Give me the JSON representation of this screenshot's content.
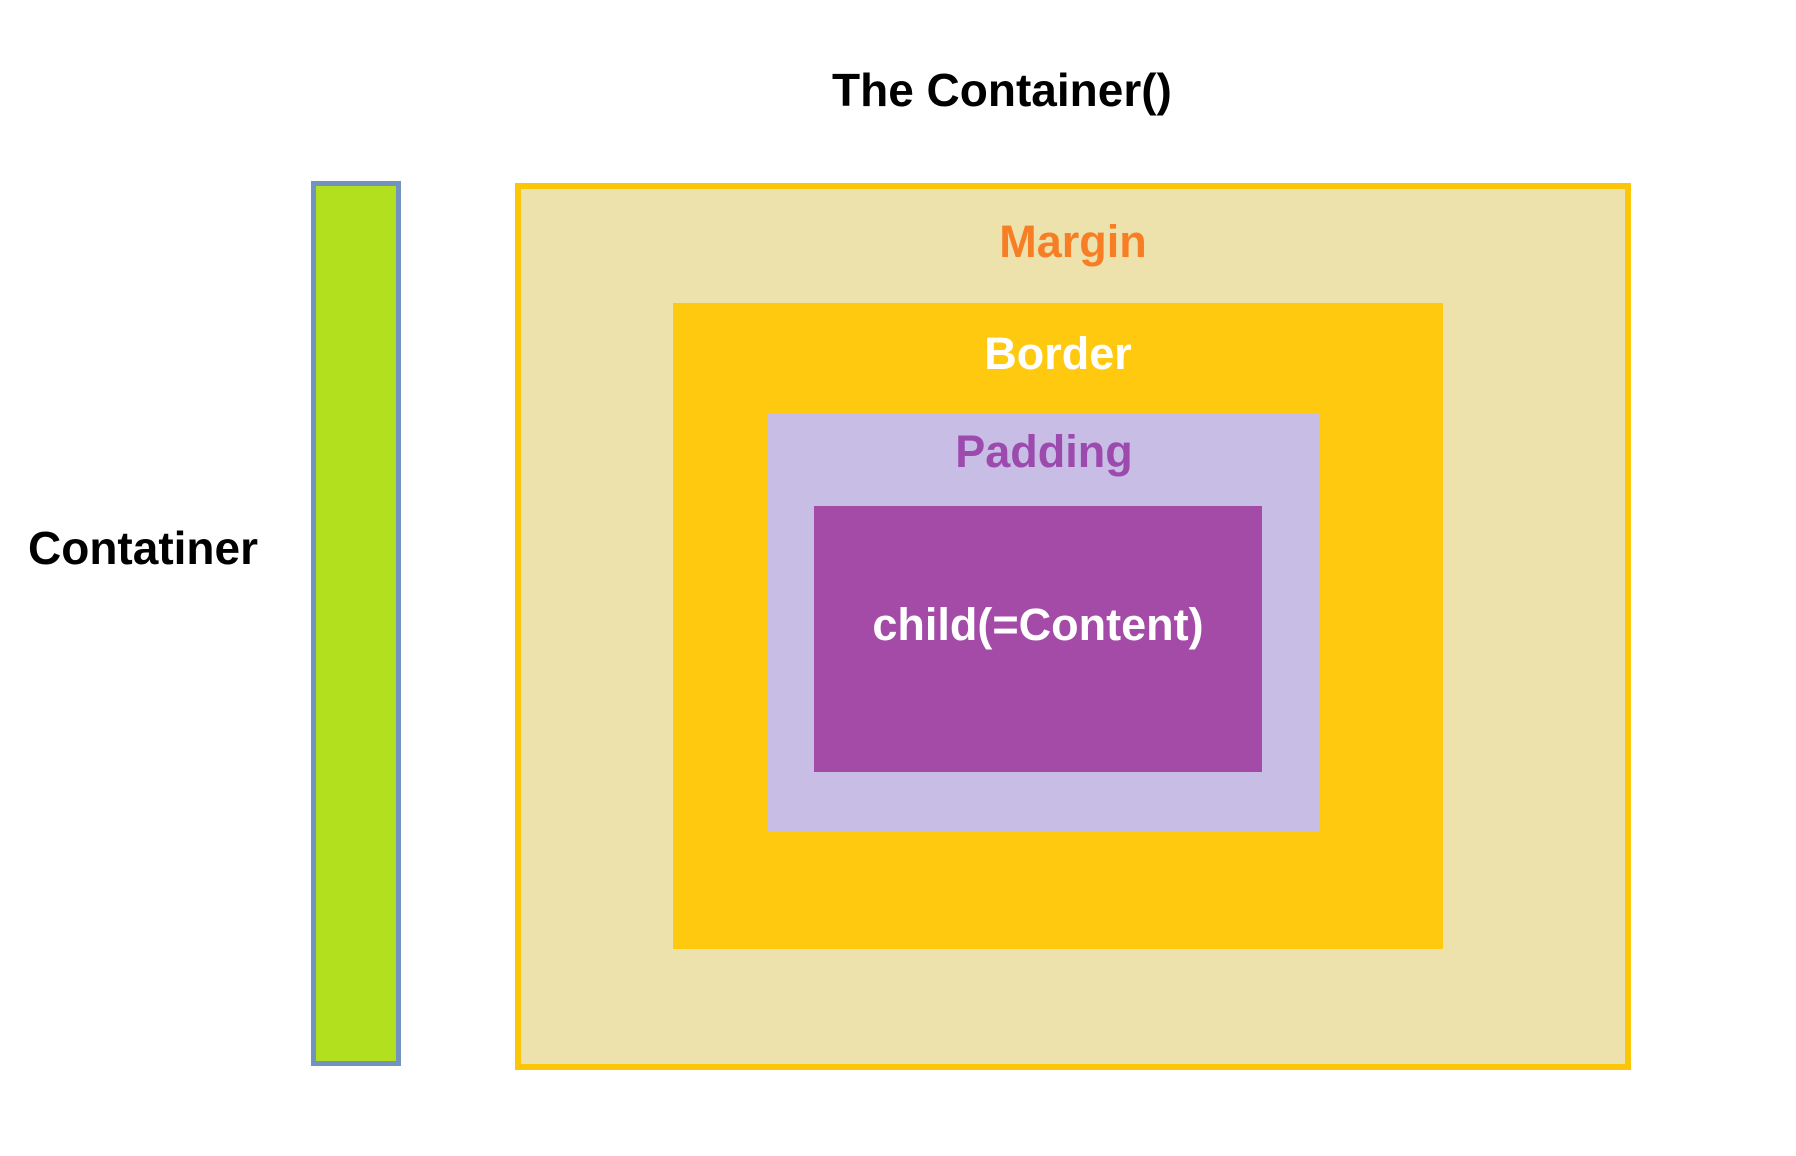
{
  "title": "The Container()",
  "side_label": "Contatiner",
  "diagram": {
    "margin_label": "Margin",
    "border_label": "Border",
    "padding_label": "Padding",
    "child_label": "child(=Content)"
  },
  "colors": {
    "title_text": "#000000",
    "side_label_text": "#000000",
    "bar_fill": "#B2E01E",
    "bar_border": "#7293BF",
    "margin_fill": "#EDE1AC",
    "margin_border": "#FBC508",
    "margin_text": "#F87E25",
    "border_fill": "#FEC90E",
    "border_text": "#FFFFFF",
    "padding_fill": "#C8BEE5",
    "padding_text": "#9C4AAE",
    "child_fill": "#A44AA7",
    "child_text": "#FFFFFF"
  }
}
